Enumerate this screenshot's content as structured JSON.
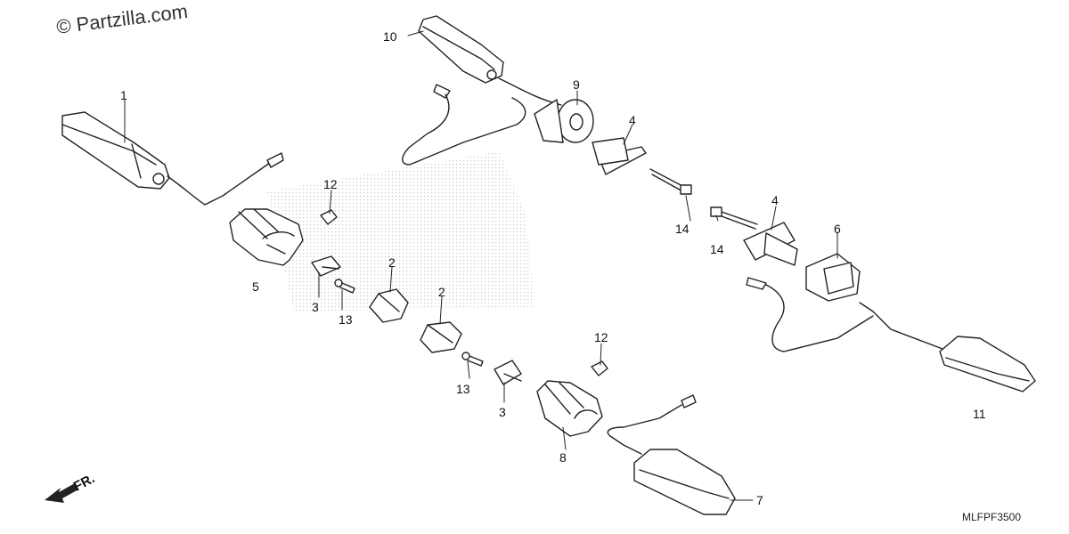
{
  "watermark": "© Partzilla.com",
  "diagram_code": "MLFPF3500",
  "front_marker": "FR.",
  "callouts": [
    "1",
    "2",
    "2",
    "3",
    "3",
    "4",
    "4",
    "5",
    "6",
    "7",
    "8",
    "9",
    "10",
    "11",
    "12",
    "12",
    "13",
    "13",
    "14",
    "14"
  ]
}
